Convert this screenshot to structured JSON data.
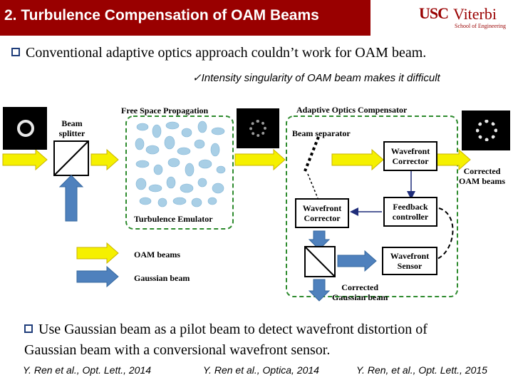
{
  "header": {
    "title": "2. Turbulence Compensation of OAM Beams",
    "logo_usc": "USC",
    "logo_viterbi": "Viterbi",
    "logo_school": "School of Engineering"
  },
  "bullets": {
    "first": "Conventional adaptive optics approach couldn’t work for OAM beam.",
    "sub": "Intensity singularity of OAM beam makes it difficult",
    "second_line1": "Use Gaussian beam as a pilot beam to detect wavefront distortion of",
    "second_line2": "Gaussian beam with a conversional wavefront sensor."
  },
  "diagram": {
    "beam_splitter": "Beam\nsplitter",
    "free_space": "Free Space Propagation",
    "turbulence_emulator": "Turbulence Emulator",
    "ao_compensator": "Adaptive Optics Compensator",
    "beam_separator": "Beam separator",
    "wavefront_corrector_top": "Wavefront\nCorrector",
    "wavefront_corrector_left": "Wavefront\nCorrector",
    "feedback_controller": "Feedback\ncontroller",
    "wavefront_sensor": "Wavefront\nSensor",
    "corrected_oam": "Corrected\nOAM beams",
    "corrected_gaussian": "Corrected\nGaussian beam",
    "legend_oam": "OAM beams",
    "legend_gaussian": "Gaussian beam"
  },
  "refs": {
    "ref1": "Y. Ren et al., Opt. Lett., 2014",
    "ref2": "Y. Ren et al., Optica, 2014",
    "ref3": "Y. Ren, et al., Opt. Lett., 2015"
  },
  "colors": {
    "title_bg": "#990000",
    "oam_arrow": "#f5f000",
    "gaussian_arrow": "#4f81bd",
    "dashed_box": "#2e8b2e",
    "blob": "#a9cfe6"
  }
}
